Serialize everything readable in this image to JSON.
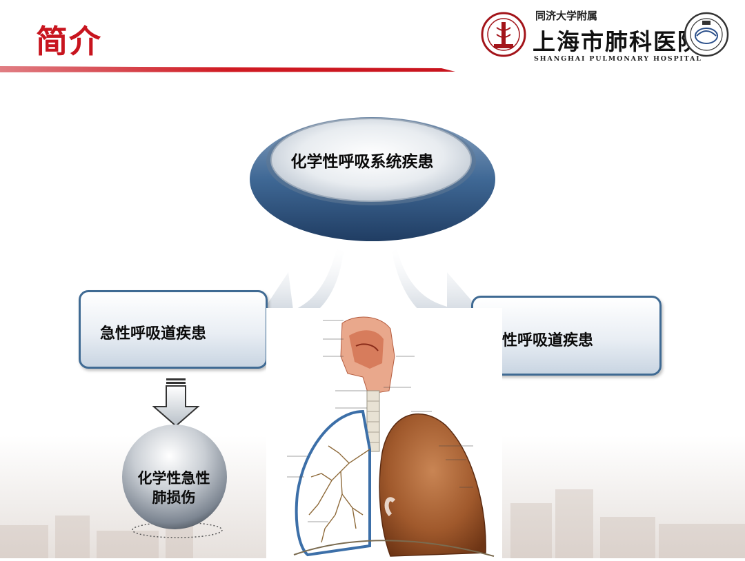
{
  "slide": {
    "title": "简介",
    "logo": {
      "university": "同济大学附属",
      "hospital_cn": "上海市肺科医院",
      "hospital_en": "SHANGHAI PULMONARY HOSPITAL"
    },
    "center_node": {
      "label": "化学性呼吸系统疾患"
    },
    "left_node": {
      "label": "急性呼吸道疾患"
    },
    "right_node": {
      "label": "慢性呼吸道疾患"
    },
    "bottom_node": {
      "line1": "化学性急性",
      "line2": "肺损伤"
    }
  },
  "colors": {
    "title_red": "#c8141e",
    "box_border": "#3f6a93",
    "disc_blue": "#4a6f99",
    "lung_brown": "#a0592c"
  },
  "icons": [
    "hospital-seal-icon",
    "university-seal-icon",
    "arrow-down-icon"
  ]
}
